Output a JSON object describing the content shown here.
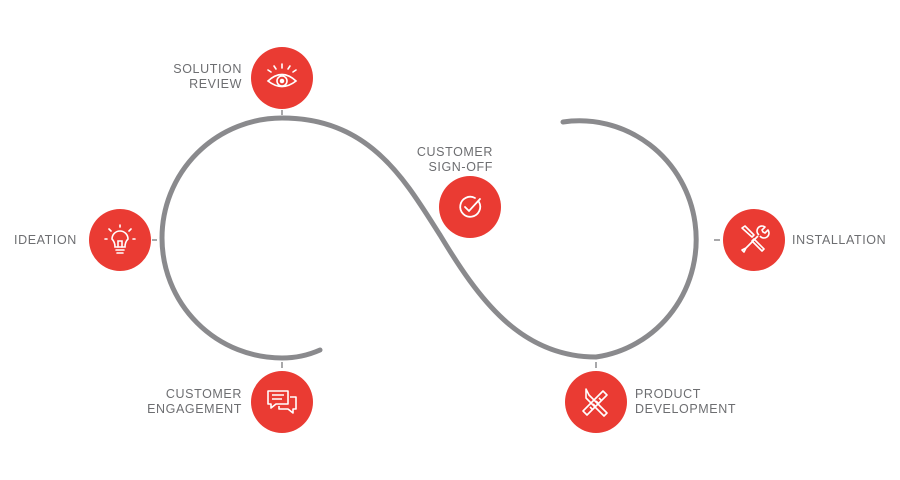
{
  "stages": [
    {
      "id": "solution-review",
      "line1": "SOLUTION",
      "line2": "REVIEW",
      "icon": "eye-icon"
    },
    {
      "id": "ideation",
      "line1": "IDEATION",
      "icon": "lightbulb-icon"
    },
    {
      "id": "customer-engagement",
      "line1": "CUSTOMER",
      "line2": "ENGAGEMENT",
      "icon": "chat-bubbles-icon"
    },
    {
      "id": "customer-sign-off",
      "line1": "CUSTOMER",
      "line2": "SIGN-OFF",
      "icon": "check-circle-icon"
    },
    {
      "id": "installation",
      "line1": "INSTALLATION",
      "icon": "tools-icon"
    },
    {
      "id": "product-development",
      "line1": "PRODUCT",
      "line2": "DEVELOPMENT",
      "icon": "pencil-ruler-icon"
    }
  ],
  "colors": {
    "accent": "#ea3b33",
    "curve": "#8a8a8d",
    "text": "#6d6e71"
  }
}
